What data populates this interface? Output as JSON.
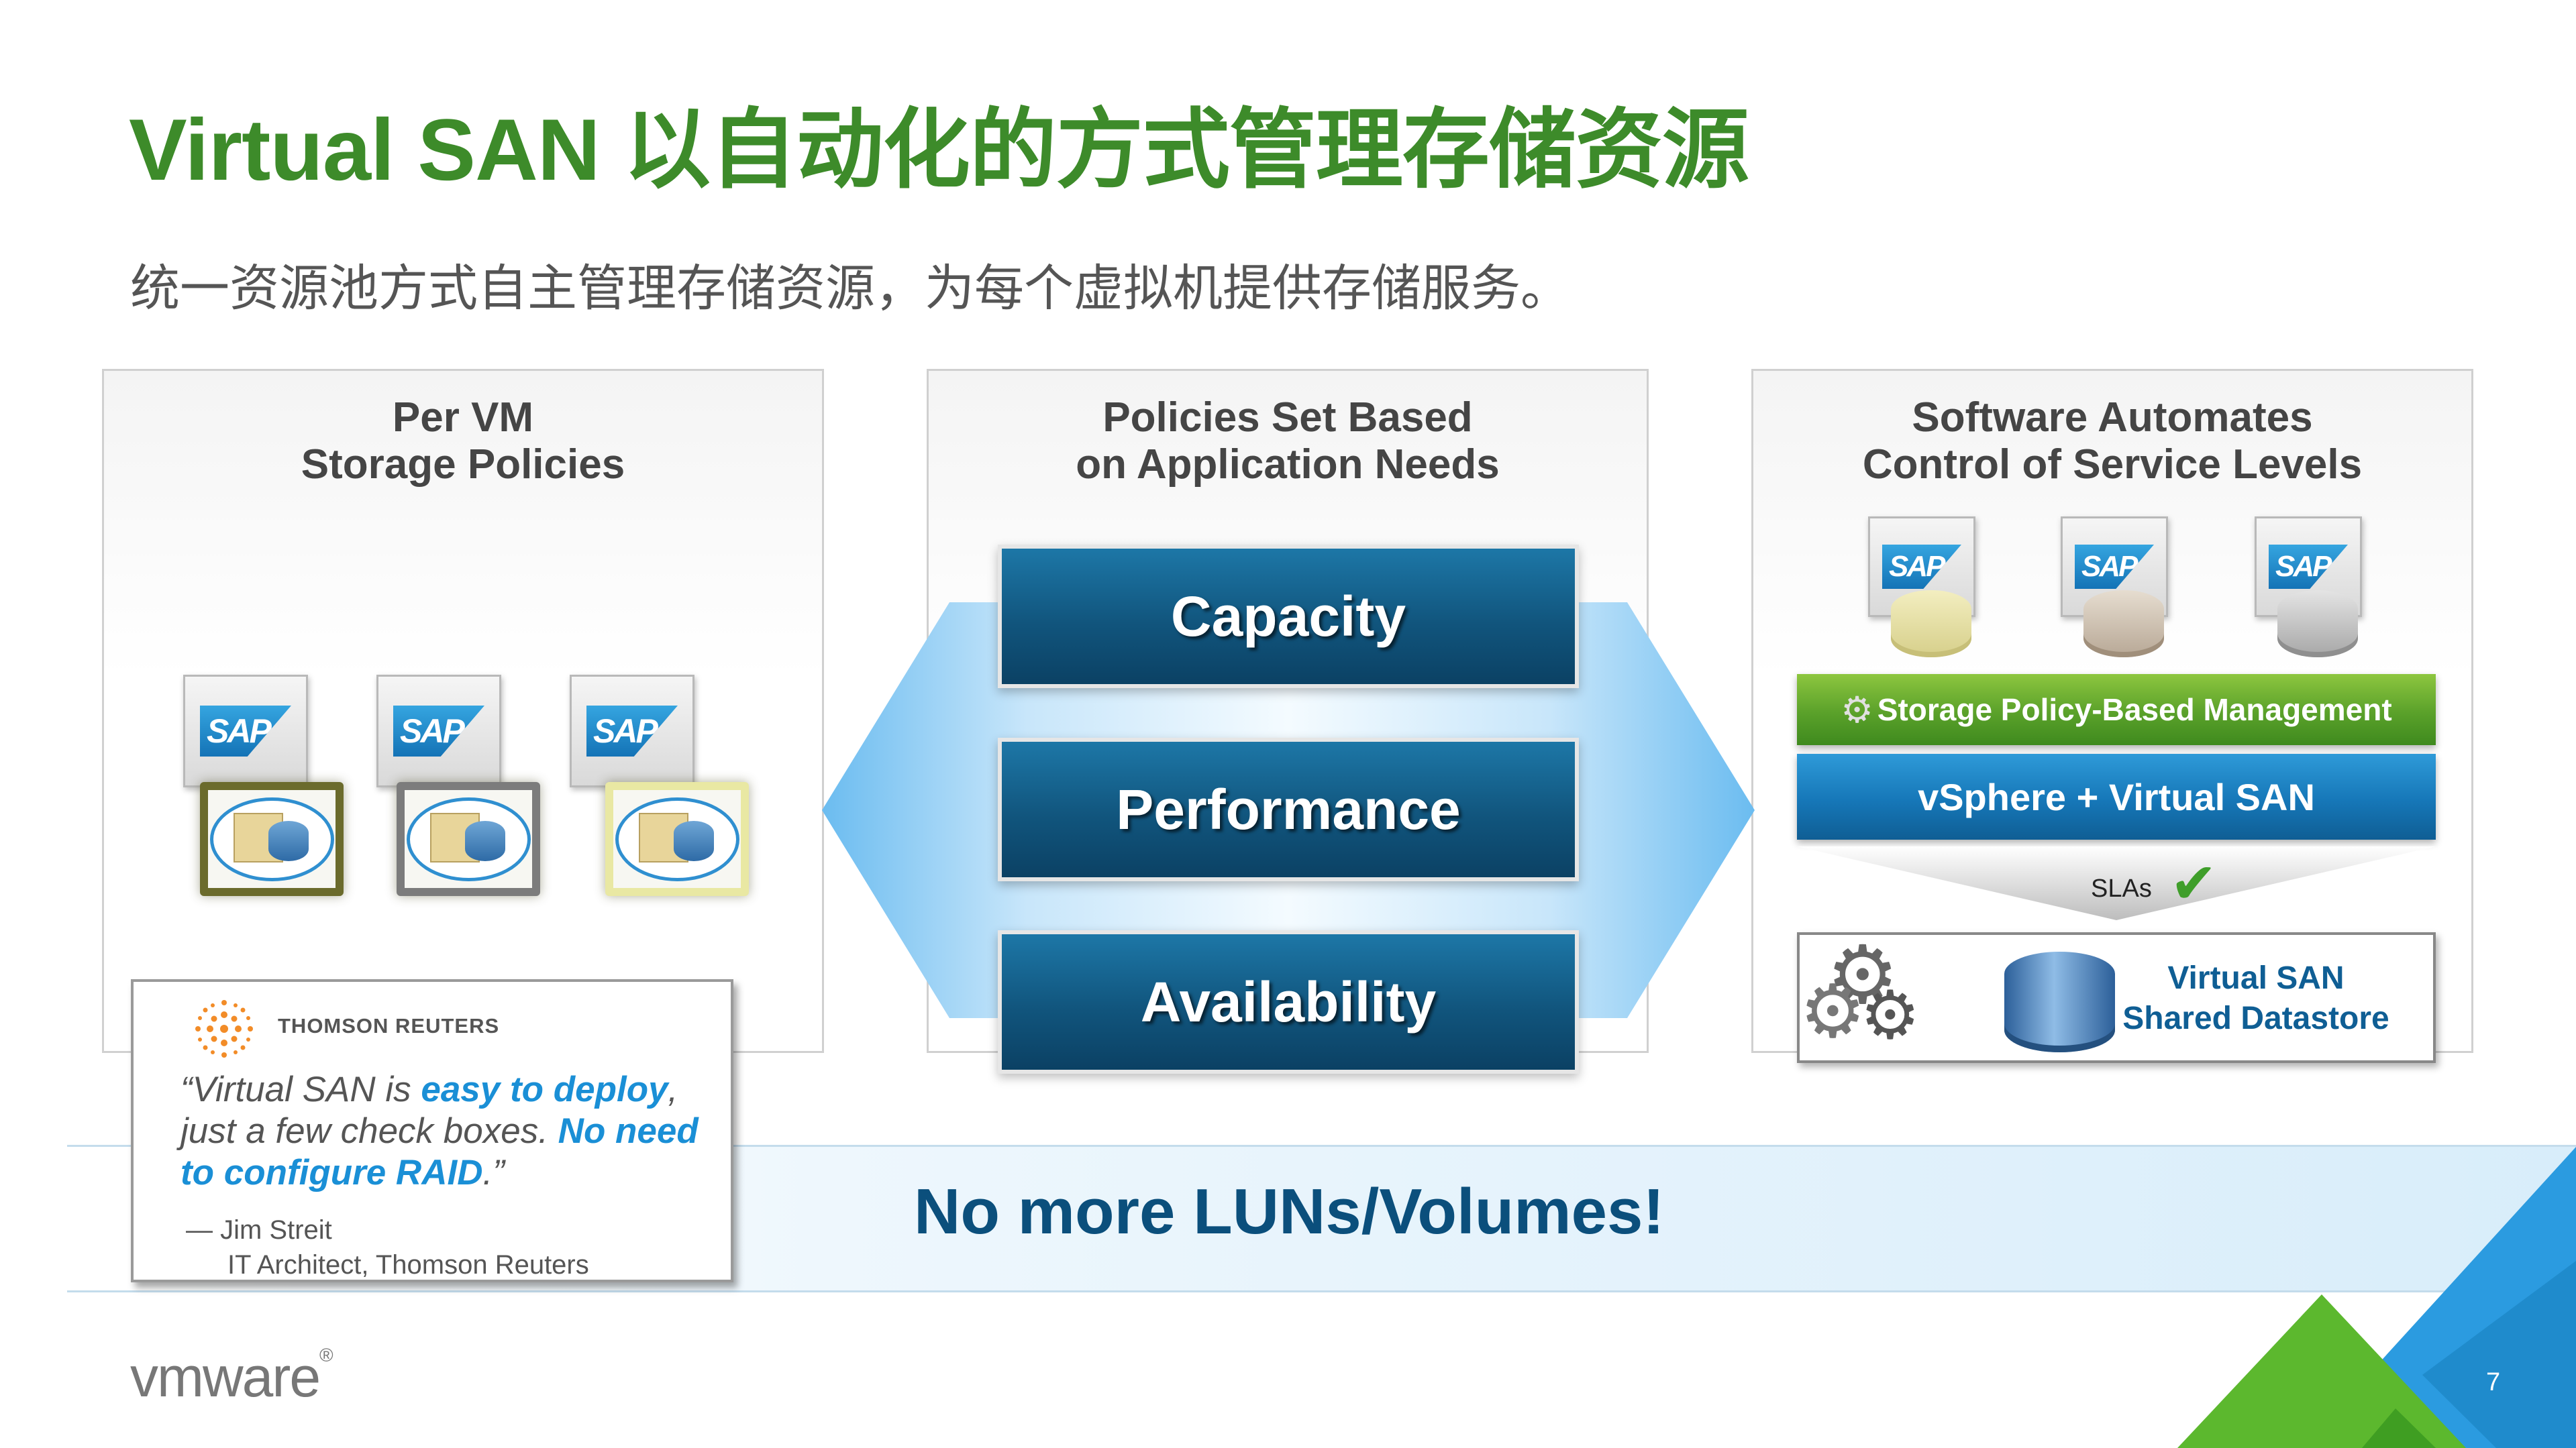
{
  "slide": {
    "title": "Virtual SAN 以自动化的方式管理存储资源",
    "subtitle": "统一资源池方式自主管理存储资源，为每个虚拟机提供存储服务。",
    "page_number": "7",
    "footer_logo": "vmware"
  },
  "panels": {
    "left_title_line1": "Per VM",
    "left_title_line2": "Storage Policies",
    "middle_title_line1": "Policies Set Based",
    "middle_title_line2": "on Application Needs",
    "right_title_line1": "Software Automates",
    "right_title_line2": "Control of Service Levels"
  },
  "policy_buttons": [
    "Capacity",
    "Performance",
    "Availability"
  ],
  "sap_label": "SAP",
  "right_stack": {
    "spbm": "Storage Policy-Based Management",
    "vsphere": "vSphere + Virtual SAN",
    "slas": "SLAs",
    "datastore_line1": "Virtual SAN",
    "datastore_line2": "Shared Datastore"
  },
  "quote": {
    "company": "THOMSON REUTERS",
    "part1": "“Virtual SAN is ",
    "highlight1": "easy to deploy",
    "part2": ", just a few check boxes. ",
    "highlight2": "No need to configure RAID",
    "part3": ".”",
    "author": "— Jim Streit",
    "role": "IT Architect, Thomson Reuters"
  },
  "banner": "No more LUNs/Volumes!",
  "colors": {
    "title_green": "#3d8b2a",
    "button_blue": "#11557d",
    "highlight_blue": "#1a8fd6",
    "banner_text": "#0b4f7c"
  }
}
